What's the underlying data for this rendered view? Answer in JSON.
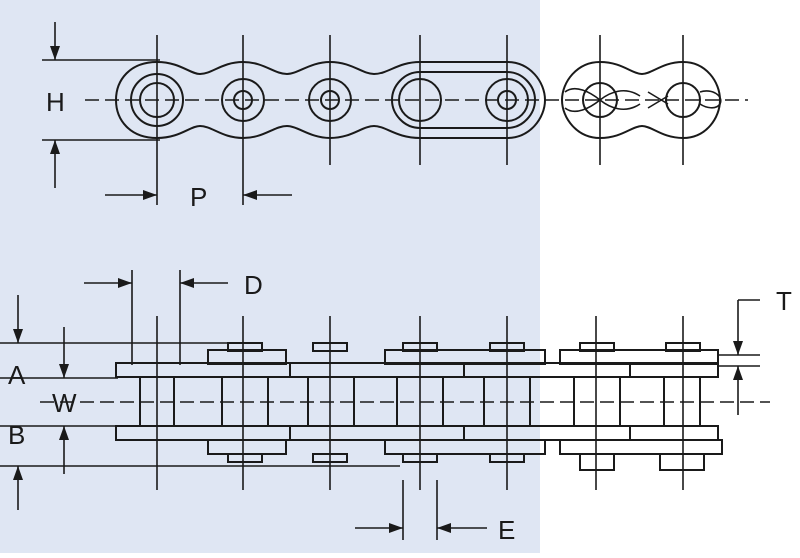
{
  "diagram": {
    "labels": {
      "height": "H",
      "pitch": "P",
      "diameter": "D",
      "dim_a": "A",
      "dim_w": "W",
      "dim_b": "B",
      "dim_e": "E",
      "thickness": "T"
    },
    "colors": {
      "shade": "#dfe6f3",
      "ink": "#1a1a1a",
      "background": "#ffffff"
    }
  }
}
